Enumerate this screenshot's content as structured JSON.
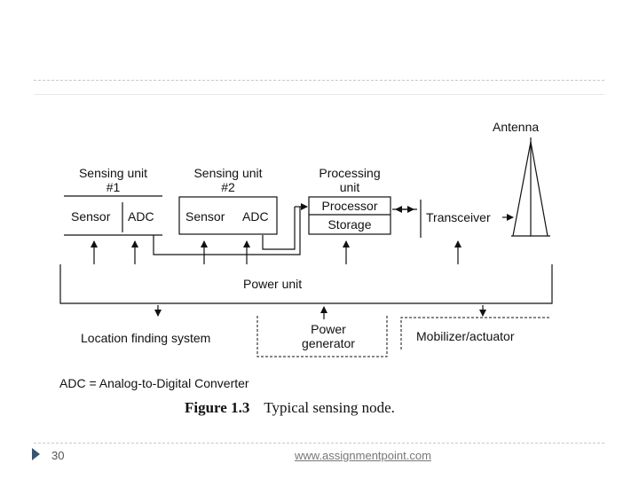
{
  "diagram": {
    "antenna": "Antenna",
    "sensing_unit_1": {
      "title_line1": "Sensing unit",
      "title_line2": "#1",
      "sensor": "Sensor",
      "adc": "ADC"
    },
    "sensing_unit_2": {
      "title_line1": "Sensing unit",
      "title_line2": "#2",
      "sensor": "Sensor",
      "adc": "ADC"
    },
    "processing_unit": {
      "title_line1": "Processing",
      "title_line2": "unit",
      "processor": "Processor",
      "storage": "Storage"
    },
    "transceiver": "Transceiver",
    "power_unit": "Power unit",
    "location_finding": "Location finding system",
    "power_generator_line1": "Power",
    "power_generator_line2": "generator",
    "mobilizer": "Mobilizer/actuator",
    "adc_legend": "ADC = Analog-to-Digital Converter"
  },
  "caption": {
    "figure_label": "Figure 1.3",
    "text": "Typical sensing node."
  },
  "footer": {
    "slide_number": "30",
    "link": "www.assignmentpoint.com"
  },
  "colors": {
    "line": "#111111",
    "rule": "#c8c8c8",
    "bullet": "#3a5570"
  }
}
